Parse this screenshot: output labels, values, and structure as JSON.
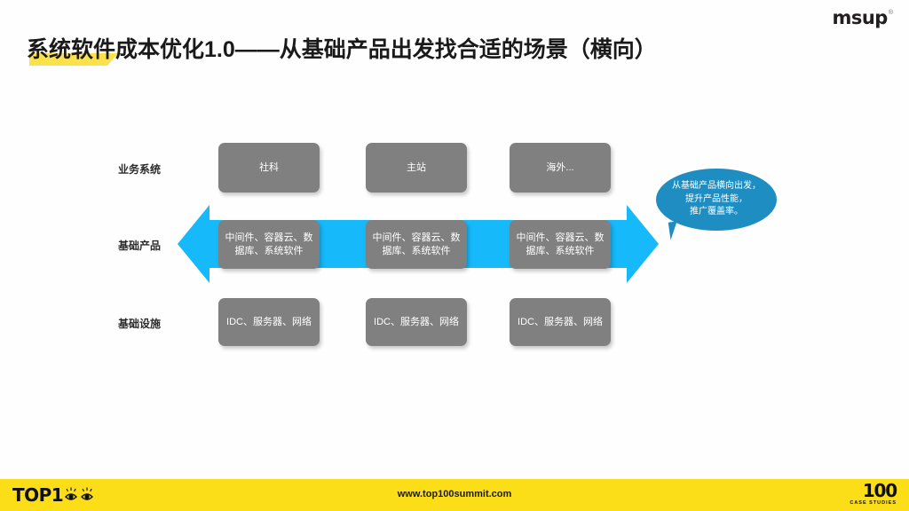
{
  "brand": {
    "logo_text": "msup",
    "registered_mark": "®"
  },
  "title": {
    "text": "系统软件成本优化1.0——从基础产品出发找合适的场景（横向）",
    "highlight_phrase": "系统软件",
    "highlight_color": "#fbe14a"
  },
  "diagram": {
    "rows": [
      {
        "label": "业务系统",
        "boxes": [
          "社科",
          "主站",
          "海外..."
        ]
      },
      {
        "label": "基础产品",
        "boxes": [
          "中间件、容器云、数据库、系统软件",
          "中间件、容器云、数据库、系统软件",
          "中间件、容器云、数据库、系统软件"
        ]
      },
      {
        "label": "基础设施",
        "boxes": [
          "IDC、服务器、网络",
          "IDC、服务器、网络",
          "IDC、服务器、网络"
        ]
      }
    ],
    "arrow_band": {
      "name": "horizontal-double-arrow",
      "color": "#16b9fa",
      "direction": "both"
    },
    "box_color": "#808080",
    "callout": {
      "text": "从基础产品横向出发，\n提升产品性能，\n推广覆盖率。",
      "color": "#1e8ec2"
    }
  },
  "footer": {
    "left_logo": "TOP1",
    "url": "www.top100summit.com",
    "right_number": "100",
    "right_caption": "CASE STUDIES",
    "background": "#fbdd18"
  }
}
